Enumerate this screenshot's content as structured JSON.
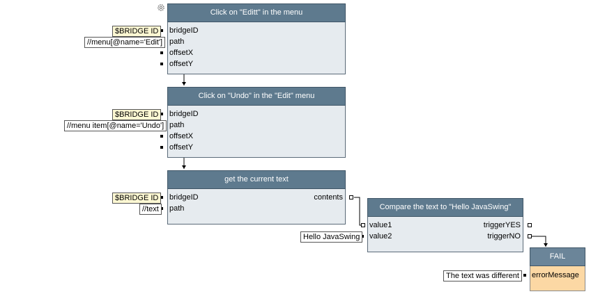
{
  "blocks": {
    "edit": {
      "title": "Click on \"Editt\" in the menu",
      "ports": [
        "bridgeID",
        "path",
        "offsetX",
        "offsetY"
      ],
      "inputs": [
        "$BRIDGE ID",
        "//menu[@name='Edit']"
      ]
    },
    "undo": {
      "title": "Click on \"Undo\" in the \"Edit\" menu",
      "ports": [
        "bridgeID",
        "path",
        "offsetX",
        "offsetY"
      ],
      "inputs": [
        "$BRIDGE ID",
        "//menu item[@name='Undo']"
      ]
    },
    "gettext": {
      "title": "get the current text",
      "ports": [
        "bridgeID",
        "path"
      ],
      "outputs": [
        "contents"
      ],
      "inputs": [
        "$BRIDGE ID",
        "//text"
      ]
    },
    "compare": {
      "title": "Compare the text to \"Hello JavaSwing\"",
      "ports": [
        "value1",
        "value2"
      ],
      "outputs": [
        "triggerYES",
        "triggerNO"
      ],
      "inputs": [
        "Hello JavaSwing"
      ]
    },
    "fail": {
      "title": "FAIL",
      "ports": [
        "errorMessage"
      ],
      "inputs": [
        "The text was different"
      ]
    }
  },
  "icons": {
    "settings": "gear-icon"
  },
  "colors": {
    "header": "#5e7a8e",
    "body": "#e6ebef",
    "fail_body": "#fcd8a4",
    "variable_bg": "#fdf8d3"
  }
}
